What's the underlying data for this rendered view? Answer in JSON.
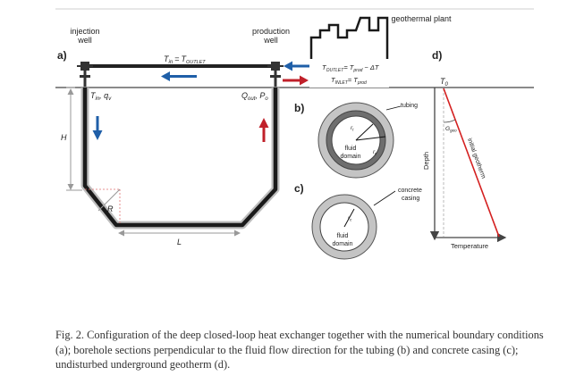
{
  "labels": {
    "injection_well_line1": "injection",
    "injection_well_line2": "well",
    "production_well_line1": "production",
    "production_well_line2": "well",
    "geothermal_plant": "geothermal plant",
    "panel_a": "a)",
    "panel_b": "b)",
    "panel_c": "c)",
    "panel_d": "d)",
    "t_in": "T",
    "t_in_sub": "in",
    "eq1": "=",
    "t_outlet": "T",
    "t_outlet_sub": "OUTLET",
    "tin_qv": "T",
    "tin_qv_sub": "in",
    "tin_qv_sep": ", q",
    "tin_qv_sub2": "v",
    "qout_pi": "Q",
    "qout_sub": "out",
    "qout_sep": ", P",
    "qout_sub2": "o",
    "plant_eq1_T": "T",
    "plant_eq1_sub": "OUTLET",
    "plant_eq1_mid": "= T",
    "plant_eq1_sub2": "prod",
    "plant_eq1_end": "− ΔT",
    "plant_eq2_T": "T",
    "plant_eq2_sub": "INLET",
    "plant_eq2_mid": "= T",
    "plant_eq2_sub2": "prod",
    "H": "H",
    "R": "R",
    "L": "L",
    "tubing": "tubing",
    "fluid_domain_line1": "fluid",
    "fluid_domain_line2": "domain",
    "concrete_casing_line1": "concrete",
    "concrete_casing_line2": "casing",
    "r_t": "r",
    "r_t_sub": "t",
    "r_c": "r",
    "r_c_sub": "c",
    "depth": "Depth",
    "temperature": "Temperature",
    "t0": "T",
    "t0_sub": "0",
    "g_geo": "G",
    "g_geo_sub": "geo",
    "initial_geotherm": "initial geotherm"
  },
  "colors": {
    "flow_arrow_blue": "#1f5fa8",
    "flow_arrow_red": "#c0202a",
    "geotherm_line": "#d42020",
    "casing_grey": "#b5b5b5",
    "tubing_dark": "#6e6e6e"
  },
  "caption": "Fig. 2. Configuration of the deep closed-loop heat exchanger together with the numerical boundary conditions (a); borehole sections perpendicular to the fluid flow direction for the tubing (b) and concrete casing (c); undisturbed underground geotherm (d)."
}
